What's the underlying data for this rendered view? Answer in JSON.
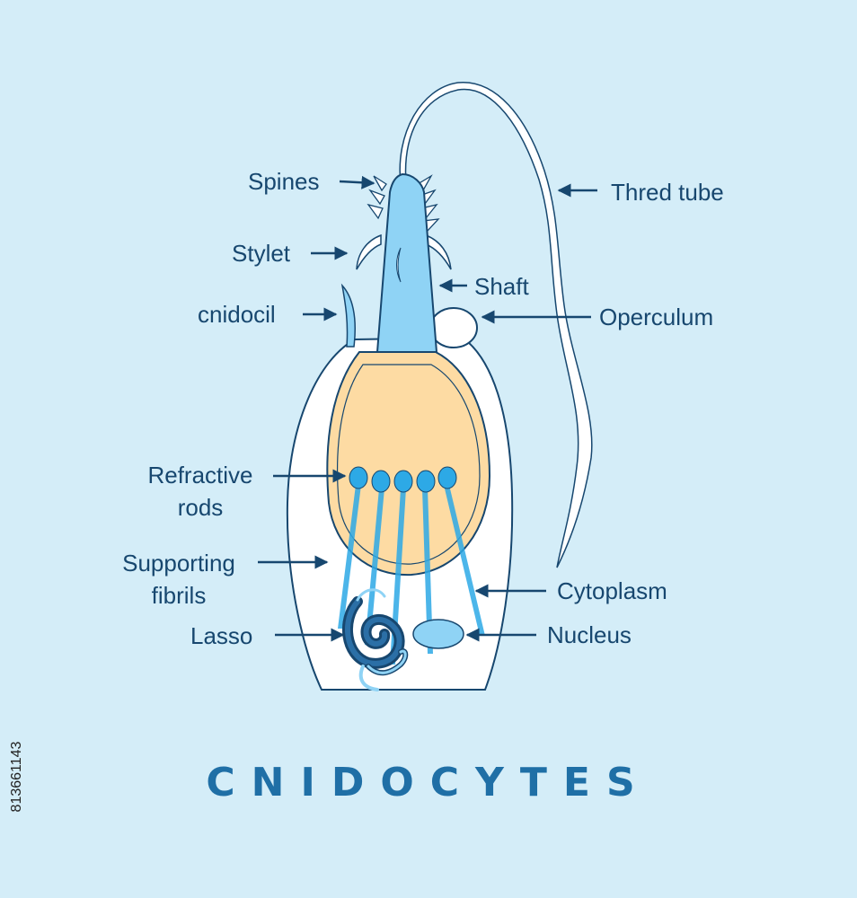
{
  "title": "CNIDOCYTES",
  "side_id": "813661143",
  "labels": {
    "spines": "Spines",
    "stylet": "Stylet",
    "cnidocil": "cnidocil",
    "thread_tube": "Thred tube",
    "shaft": "Shaft",
    "operculum": "Operculum",
    "refractive_rods": "Refractive rods",
    "supporting_fibrils": "Supporting fibrils",
    "lasso": "Lasso",
    "cytoplasm": "Cytoplasm",
    "nucleus": "Nucleus"
  },
  "colors": {
    "background": "#d4edf8",
    "label_text": "#17476f",
    "outline": "#17476f",
    "cell_body": "#ffffff",
    "capsule": "#fddba3",
    "stylet_blue": "#8fd3f5",
    "rod_blue": "#2da9e6",
    "lasso_dark": "#17476f",
    "title": "#1f6fa6"
  }
}
